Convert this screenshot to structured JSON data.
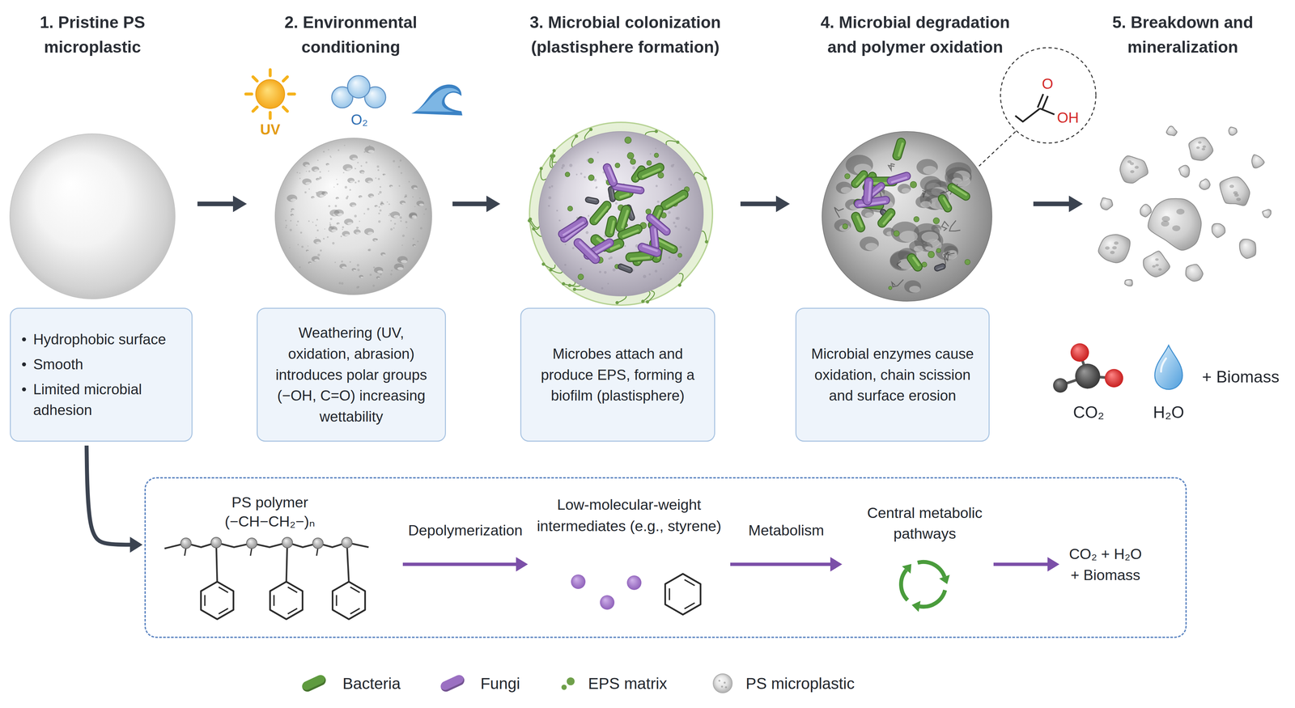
{
  "diagram": {
    "nodes": [
      {
        "text": [
          "Hydrophobic surface",
          "Smooth",
          "Limited microbial adhesion"
        ]
      },
      {
        "text": [
          "Weathering (UV, oxidation, abrasion) introduces polar groups (−OH, C=O) increasing wettability"
        ]
      },
      {
        "text": [
          "Microbes attach and produce EPS, forming a biofilm (plastisphere)"
        ]
      },
      {
        "text": [
          "Microbial enzymes cause oxidation, chain scission and surface erosion"
        ]
      },
      {
        "text": []
      },
      {
        "text": [
          "PS polymer",
          "(−CH−CH₂−)ₙ"
        ],
        "in": 4
      },
      {
        "text": [
          "Low-molecular-weight intermediates (e.g., styrene)"
        ],
        "in": 4
      },
      {
        "text": [
          "Central metabolic pathways"
        ],
        "in": 4
      },
      {
        "text": [
          "CO₂ + H₂O + Biomass"
        ],
        "in": 4
      }
    ],
    "edges": [
      {
        "from": 0,
        "to": 4,
        "arrow": "to"
      },
      {
        "from": 5,
        "to": 6,
        "arrow": "to",
        "label": "Depolymerization"
      },
      {
        "from": 6,
        "to": 7,
        "arrow": "to",
        "label": "Metabolism"
      },
      {
        "from": 7,
        "to": 8,
        "arrow": "to"
      }
    ],
    "labels": [
      "1. Pristine PS microplastic",
      "2. Environmental conditioning",
      "3. Microbial colonization (plastisphere formation)",
      "4. Microbial degradation and polymer oxidation",
      "5. Breakdown and mineralization",
      "UV",
      "O₂",
      "O",
      "OH",
      "CO₂",
      "H₂O",
      "+ Biomass"
    ],
    "legend": [
      {
        "text": "Bacteria",
        "color": "#5f9b3f"
      },
      {
        "text": "Fungi",
        "color": "#9b70c2"
      },
      {
        "text": "EPS matrix",
        "color": "#6fa04a"
      },
      {
        "text": "PS microplastic"
      }
    ]
  }
}
